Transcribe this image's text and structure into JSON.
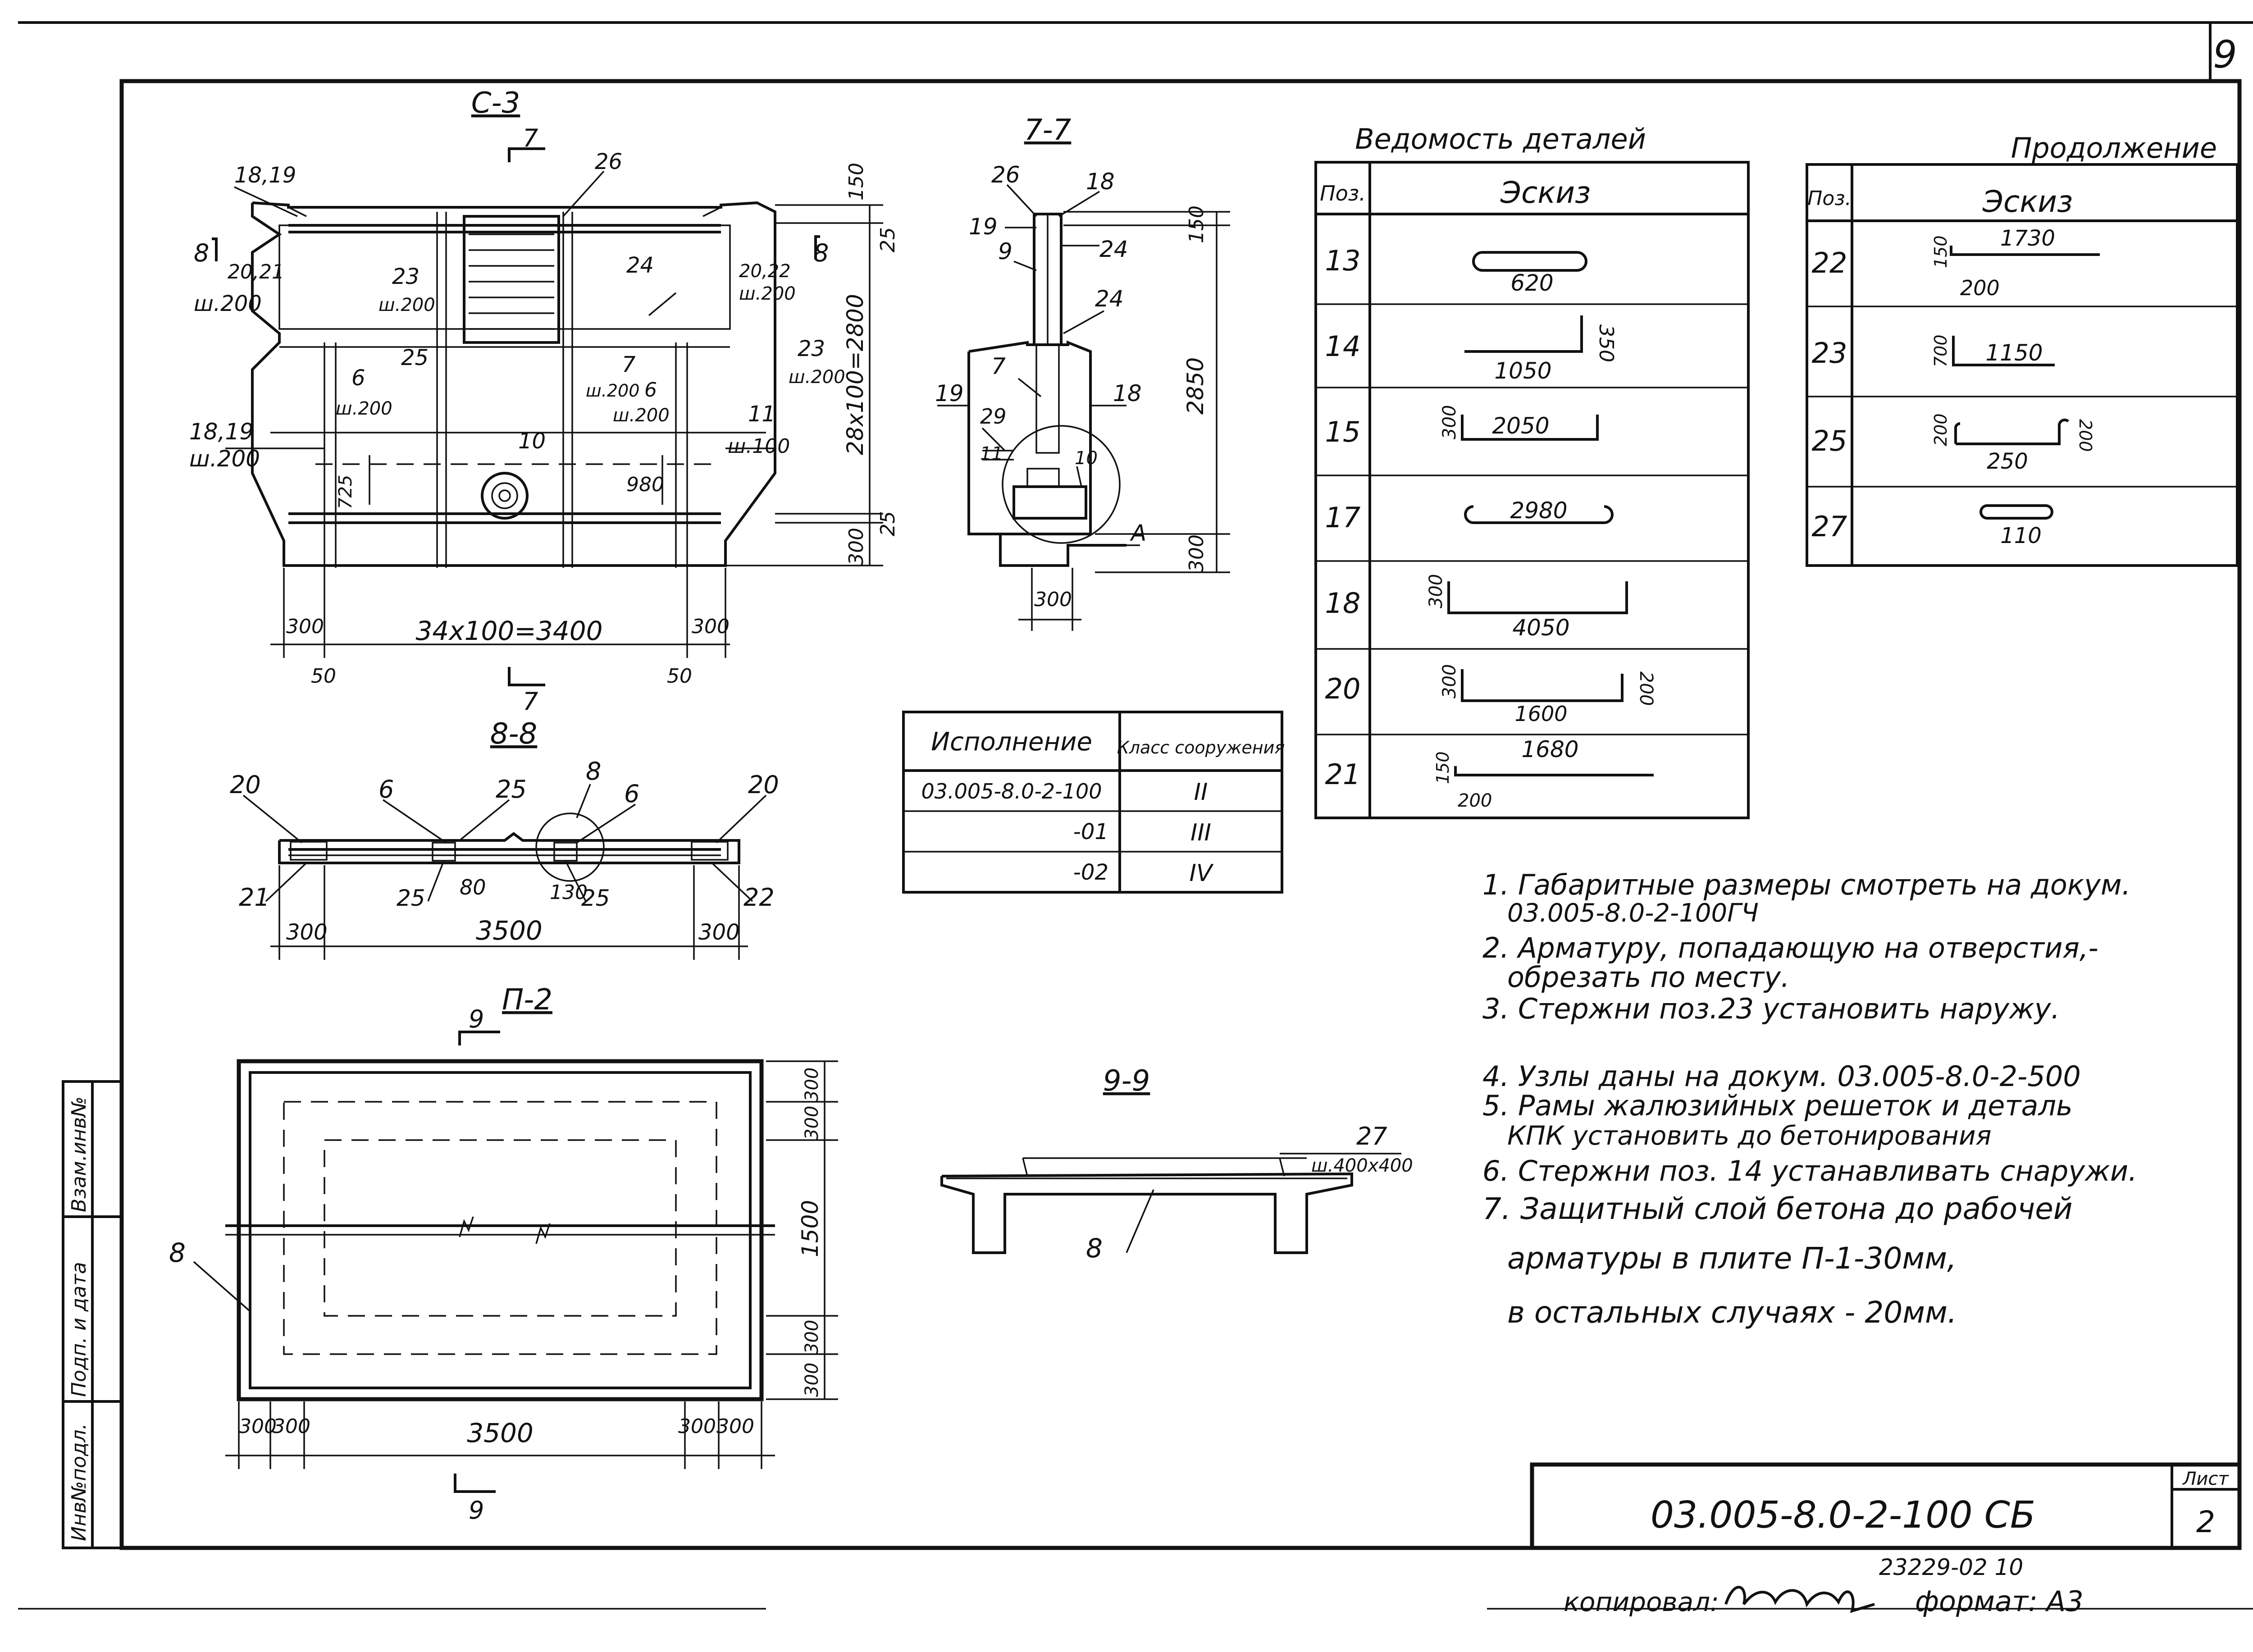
{
  "sheet_number": "9",
  "views": {
    "c3": {
      "title": "С-3",
      "label_18_19_top": "18,19",
      "label_20_21": "20,21",
      "label_w200_a": "ш.200",
      "label_8": "8",
      "label_7": "7",
      "label_26": "26",
      "label_23": "23",
      "label_w200_b": "ш.200",
      "label_24": "24",
      "label_20_22": "20,22",
      "label_w200_c": "ш.200",
      "label_23_r": "23",
      "label_w200_r": "ш.200",
      "label_25": "25",
      "label_6": "6",
      "label_w200_d": "ш.200",
      "label_7b": "7",
      "label_w200_e": "ш.200",
      "label_6b": "6",
      "label_w200_f": "ш.200",
      "label_11": "11",
      "label_w100": "ш.100",
      "label_18_19_l": "18,19",
      "label_w200_l": "ш.200",
      "label_10": "10",
      "dim_725": "725",
      "dim_980": "980",
      "dim_150": "150",
      "dim_25_top": "25",
      "dim_2800": "28х100=2800",
      "dim_25_bot": "25",
      "dim_300_r": "300",
      "dim_300_l": "300",
      "dim_3400": "34х100=3400",
      "dim_300_r2": "300",
      "dim_50_l": "50",
      "dim_50_r": "50"
    },
    "s77": {
      "title": "7-7",
      "label_26": "26",
      "label_18": "18",
      "label_19": "19",
      "label_24": "24",
      "label_9": "9",
      "label_24b": "24",
      "label_7": "7",
      "label_19b": "19",
      "label_18b": "18",
      "label_29": "29",
      "label_11": "11",
      "label_10": "10",
      "label_A": "А",
      "dim_150": "150",
      "dim_2850": "2850",
      "dim_300": "300",
      "dim_300b": "300"
    },
    "s88": {
      "title": "8-8",
      "label_20_l": "20",
      "label_6_l": "6",
      "label_25_t": "25",
      "label_8": "8",
      "label_6_r": "6",
      "label_20_r": "20",
      "label_21": "21",
      "label_25_l": "25",
      "label_80": "80",
      "label_130": "130",
      "label_25_r": "25",
      "label_22": "22",
      "dim_300_l": "300",
      "dim_3500": "3500",
      "dim_300_r": "300"
    },
    "p2": {
      "title": "П-2",
      "label_9": "9",
      "label_8": "8",
      "dim_300a": "300",
      "dim_300b": "300",
      "dim_1500": "1500",
      "dim_300c": "300",
      "dim_300d": "300",
      "dim_b300a": "300",
      "dim_b300b": "300",
      "dim_3500": "3500",
      "dim_b300c": "300",
      "dim_b300d": "300"
    },
    "s99": {
      "title": "9-9",
      "label_27": "27",
      "label_w400": "ш.400х400",
      "label_8": "8"
    }
  },
  "execution_table": {
    "header_col1": "Исполнение",
    "header_col2": "Класс сооружения",
    "rows": [
      {
        "code": "03.005-8.0-2-100",
        "cls": "II"
      },
      {
        "code": "-01",
        "cls": "III"
      },
      {
        "code": "-02",
        "cls": "IV"
      }
    ]
  },
  "details": {
    "title": "Ведомость деталей",
    "col_pos": "Поз.",
    "col_sketch": "Эскиз",
    "rows": [
      {
        "pos": "13",
        "dims": [
          "620"
        ]
      },
      {
        "pos": "14",
        "dims": [
          "1050",
          "350"
        ]
      },
      {
        "pos": "15",
        "dims": [
          "300",
          "2050"
        ]
      },
      {
        "pos": "17",
        "dims": [
          "2980"
        ]
      },
      {
        "pos": "18",
        "dims": [
          "300",
          "4050"
        ]
      },
      {
        "pos": "20",
        "dims": [
          "300",
          "1600",
          "200"
        ]
      },
      {
        "pos": "21",
        "dims": [
          "150",
          "1680",
          "200"
        ]
      }
    ]
  },
  "details_cont": {
    "title": "Продолжение",
    "col_pos": "Поз.",
    "col_sketch": "Эскиз",
    "rows": [
      {
        "pos": "22",
        "dims": [
          "150",
          "1730",
          "200"
        ]
      },
      {
        "pos": "23",
        "dims": [
          "700",
          "1150"
        ]
      },
      {
        "pos": "25",
        "dims": [
          "200",
          "250",
          "200"
        ]
      },
      {
        "pos": "27",
        "dims": [
          "110"
        ]
      }
    ]
  },
  "notes": [
    "1. Габаритные размеры смотреть на докум.",
    "03.005-8.0-2-100ГЧ",
    "2. Арматуру, попадающую на отверстия,-",
    "обрезать по месту.",
    "3. Стержни поз.23 установить наружу.",
    "4. Узлы даны на докум. 03.005-8.0-2-500",
    "5. Рамы жалюзийных решеток и деталь",
    "КПК установить до бетонирования",
    "6. Стержни поз. 14 устанавливать снаружи.",
    "7. Защитный слой бетона до рабочей",
    "арматуры в плите П-1-30мм,",
    "в остальных случаях - 20мм."
  ],
  "side_stamp": {
    "inv": "Инв№подл.",
    "sign": "Подп. и дата",
    "replace": "Взам.инв№"
  },
  "title_block": {
    "doc_code": "03.005-8.0-2-100 СБ",
    "sheet_label": "Лист",
    "sheet_value": "2"
  },
  "footer": {
    "order_no": "23229-02 10",
    "copied_label": "копировал:",
    "format": "формат: А3"
  }
}
